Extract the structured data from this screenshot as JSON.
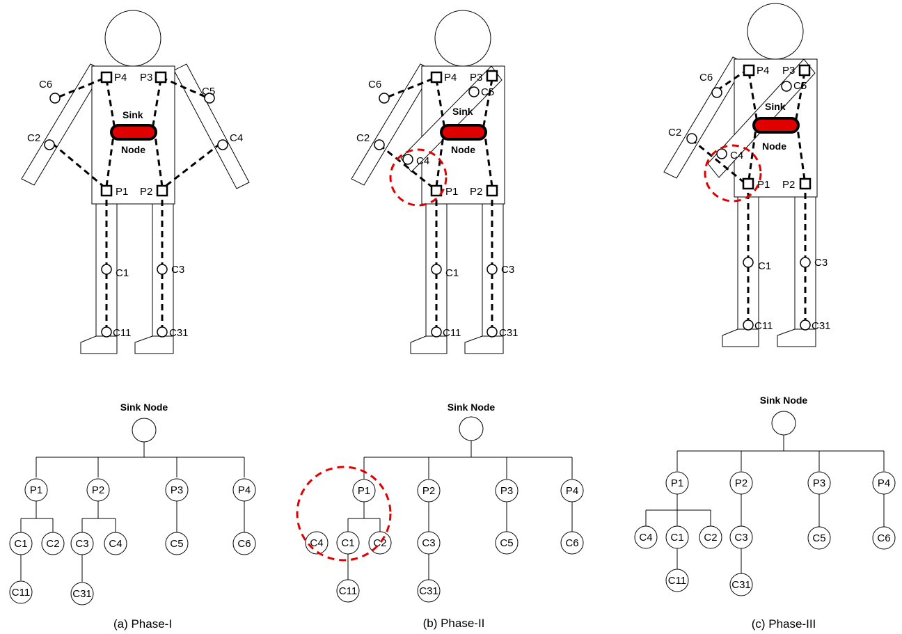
{
  "sink_label_top": "Sink",
  "sink_label_bottom": "Node",
  "tree_root_label": "Sink Node",
  "colors": {
    "sink_fill": "#e00000",
    "highlight": "#e00000"
  },
  "panels": [
    {
      "caption": "(a) Phase-I",
      "nodes": {
        "p1": "P1",
        "p2": "P2",
        "p3": "P3",
        "p4": "P4",
        "c1": "C1",
        "c2": "C2",
        "c3": "C3",
        "c4": "C4",
        "c5": "C5",
        "c6": "C6",
        "c11": "C11",
        "c31": "C31"
      },
      "tree": {
        "parents": [
          "P1",
          "P2",
          "P3",
          "P4"
        ],
        "children": {
          "P1": [
            "C1",
            "C2"
          ],
          "P2": [
            "C3",
            "C4"
          ],
          "P3": [
            "C5"
          ],
          "P4": [
            "C6"
          ]
        },
        "grandchildren": {
          "C1": [
            "C11"
          ],
          "C3": [
            "C31"
          ]
        }
      }
    },
    {
      "caption": "(b) Phase-II",
      "nodes": {
        "p1": "P1",
        "p2": "P2",
        "p3": "P3",
        "p4": "P4",
        "c1": "C1",
        "c2": "C2",
        "c3": "C3",
        "c4": "C4",
        "c5": "C5",
        "c6": "C6",
        "c11": "C11",
        "c31": "C31"
      },
      "tree": {
        "parents": [
          "P1",
          "P2",
          "P3",
          "P4"
        ],
        "children": {
          "P1": [
            "C4",
            "C1",
            "C2"
          ],
          "P2": [
            "C3"
          ],
          "P3": [
            "C5"
          ],
          "P4": [
            "C6"
          ]
        },
        "grandchildren": {
          "C1": [
            "C11"
          ],
          "C3": [
            "C31"
          ]
        }
      }
    },
    {
      "caption": "(c)  Phase-III",
      "nodes": {
        "p1": "P1",
        "p2": "P2",
        "p3": "P3",
        "p4": "P4",
        "c1": "C1",
        "c2": "C2",
        "c3": "C3",
        "c4": "C4",
        "c5": "C5",
        "c6": "C6",
        "c11": "C11",
        "c31": "C31"
      },
      "tree": {
        "parents": [
          "P1",
          "P2",
          "P3",
          "P4"
        ],
        "children": {
          "P1": [
            "C4",
            "C1",
            "C2"
          ],
          "P2": [
            "C3"
          ],
          "P3": [
            "C5"
          ],
          "P4": [
            "C6"
          ]
        },
        "grandchildren": {
          "C1": [
            "C11"
          ],
          "C3": [
            "C31"
          ]
        }
      }
    }
  ]
}
